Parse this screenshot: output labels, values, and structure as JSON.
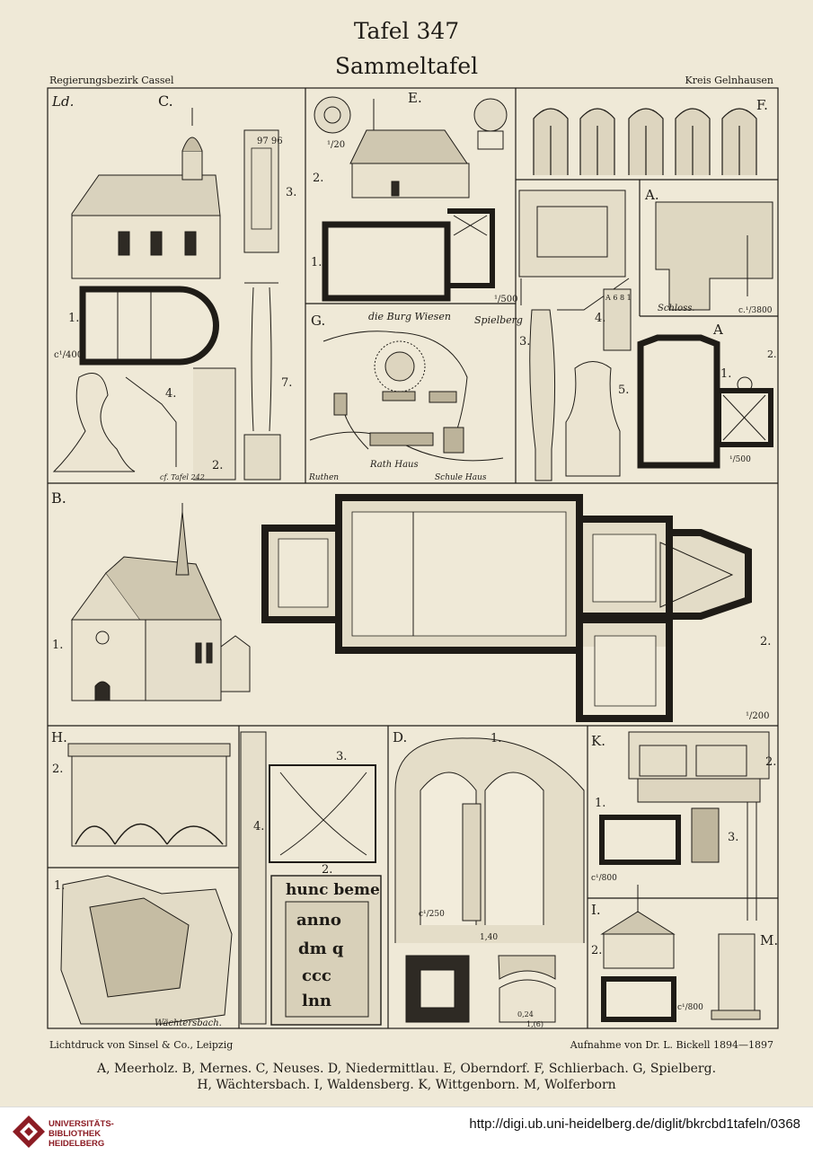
{
  "plate": {
    "number": "Tafel 347",
    "subtitle": "Sammeltafel",
    "region_left": "Regierungsbezirk Cassel",
    "region_right": "Kreis Gelnhausen",
    "printer": "Lichtdruck von Sinsel & Co., Leipzig",
    "survey": "Aufnahme von Dr. L. Bickell 1894—1897",
    "legend_line1": "A, Meerholz. B, Mernes. C, Neuses. D, Niedermittlau. E, Oberndorf. F, Schlierbach. G, Spielberg.",
    "legend_line2": "H, Wächtersbach. I, Waldensberg. K, Wittgenborn. M, Wolferborn"
  },
  "panels": {
    "C": "C.",
    "E": "E.",
    "F": "F.",
    "A": "A.",
    "A2": "A",
    "G": "G.",
    "B": "B.",
    "H": "H.",
    "D": "D.",
    "K": "K.",
    "I": "I.",
    "M": "M."
  },
  "labels": {
    "ld": "Ld.",
    "n1": "1.",
    "n2": "2.",
    "n3": "3.",
    "n4": "4.",
    "n5": "5.",
    "n7": "7.",
    "s400": "c¹/400",
    "s500": "¹/500",
    "s20": "¹/20",
    "s3800": "c.¹/3800",
    "s200": "¹/200",
    "s250": "c¹/250",
    "s800": "c¹/800",
    "s800b": "c¹/800",
    "schloss": "Schloss.",
    "burg": "die Burg Wiesen",
    "spielberg": "Spielberg",
    "rathhaus": "Rath Haus",
    "schulhaus": "Schule Haus",
    "ruthen": "Ruthen",
    "waechtersbach": "Wächtersbach.",
    "inscription": [
      "hunc beme",
      "anno",
      "dm q",
      "ccc",
      "lnn"
    ],
    "date_c": "97 96",
    "date_a": "A 6 8 1",
    "cfafel": "cf. Tafel 242",
    "dim1": "1,40",
    "dim2": "0,24",
    "dim3": "1,(6)"
  },
  "footer": {
    "institution": [
      "UNIVERSITÄTS-",
      "BIBLIOTHEK",
      "HEIDELBERG"
    ],
    "url": "http://digi.ub.uni-heidelberg.de/diglit/bkrcbd1tafeln/0368"
  }
}
